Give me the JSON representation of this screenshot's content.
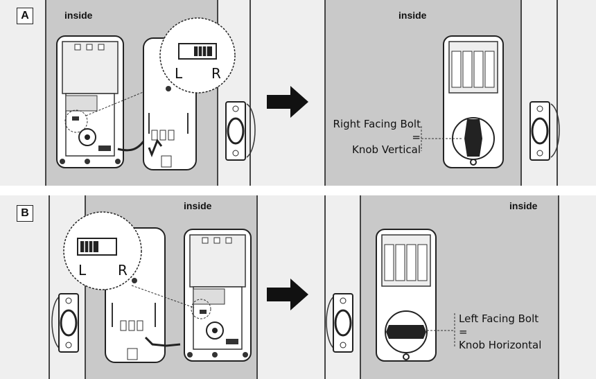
{
  "panels": [
    {
      "label": "A",
      "inside_left": "inside",
      "inside_right": "inside",
      "switch_labels": [
        "L",
        "R"
      ],
      "caption": [
        "Right Facing Bolt",
        "=",
        "Knob Vertical"
      ]
    },
    {
      "label": "B",
      "inside_left": "inside",
      "inside_right": "inside",
      "switch_labels": [
        "L",
        "R"
      ],
      "caption": [
        "Left Facing Bolt",
        "=",
        "Knob Horizontal"
      ]
    }
  ]
}
